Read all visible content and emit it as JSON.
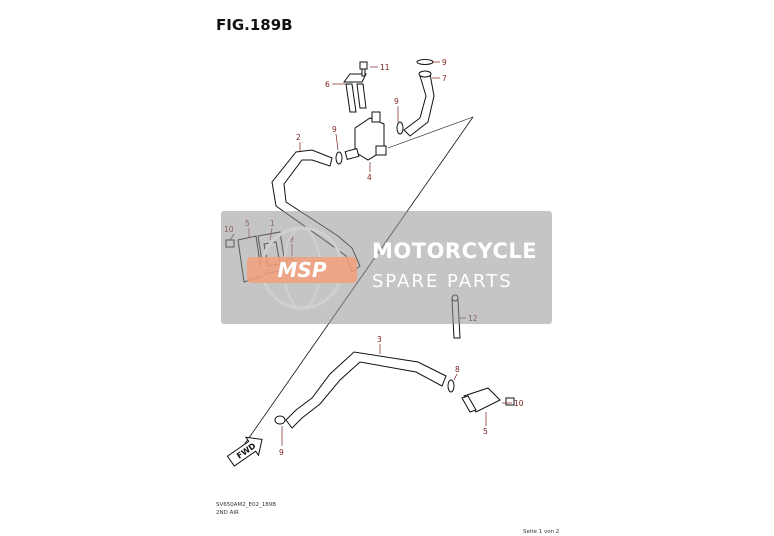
{
  "figure": {
    "title": "FIG.189B",
    "code": "SV650AM2_E02_189B",
    "caption": "2ND AIR",
    "page": "Seite 1 von 2"
  },
  "watermark": {
    "line1": "MOTORCYCLE",
    "line2": "SPARE PARTS",
    "logo_text": "MSP"
  },
  "callouts": {
    "c1": "1",
    "c2": "2",
    "c3": "3",
    "c4": "4",
    "c5a": "5",
    "c5b": "5",
    "c6": "6",
    "c7": "7",
    "c8": "8",
    "c9a": "9",
    "c9b": "9",
    "c9c": "9",
    "c9d": "9",
    "c9e": "9",
    "c10a": "10",
    "c10b": "10",
    "c11": "11",
    "c12": "12"
  },
  "fwd_label": "FWD",
  "colors": {
    "callout": "#7a1c1c",
    "watermark_bg": "#969696",
    "watermark_accent": "#f2a07b"
  }
}
